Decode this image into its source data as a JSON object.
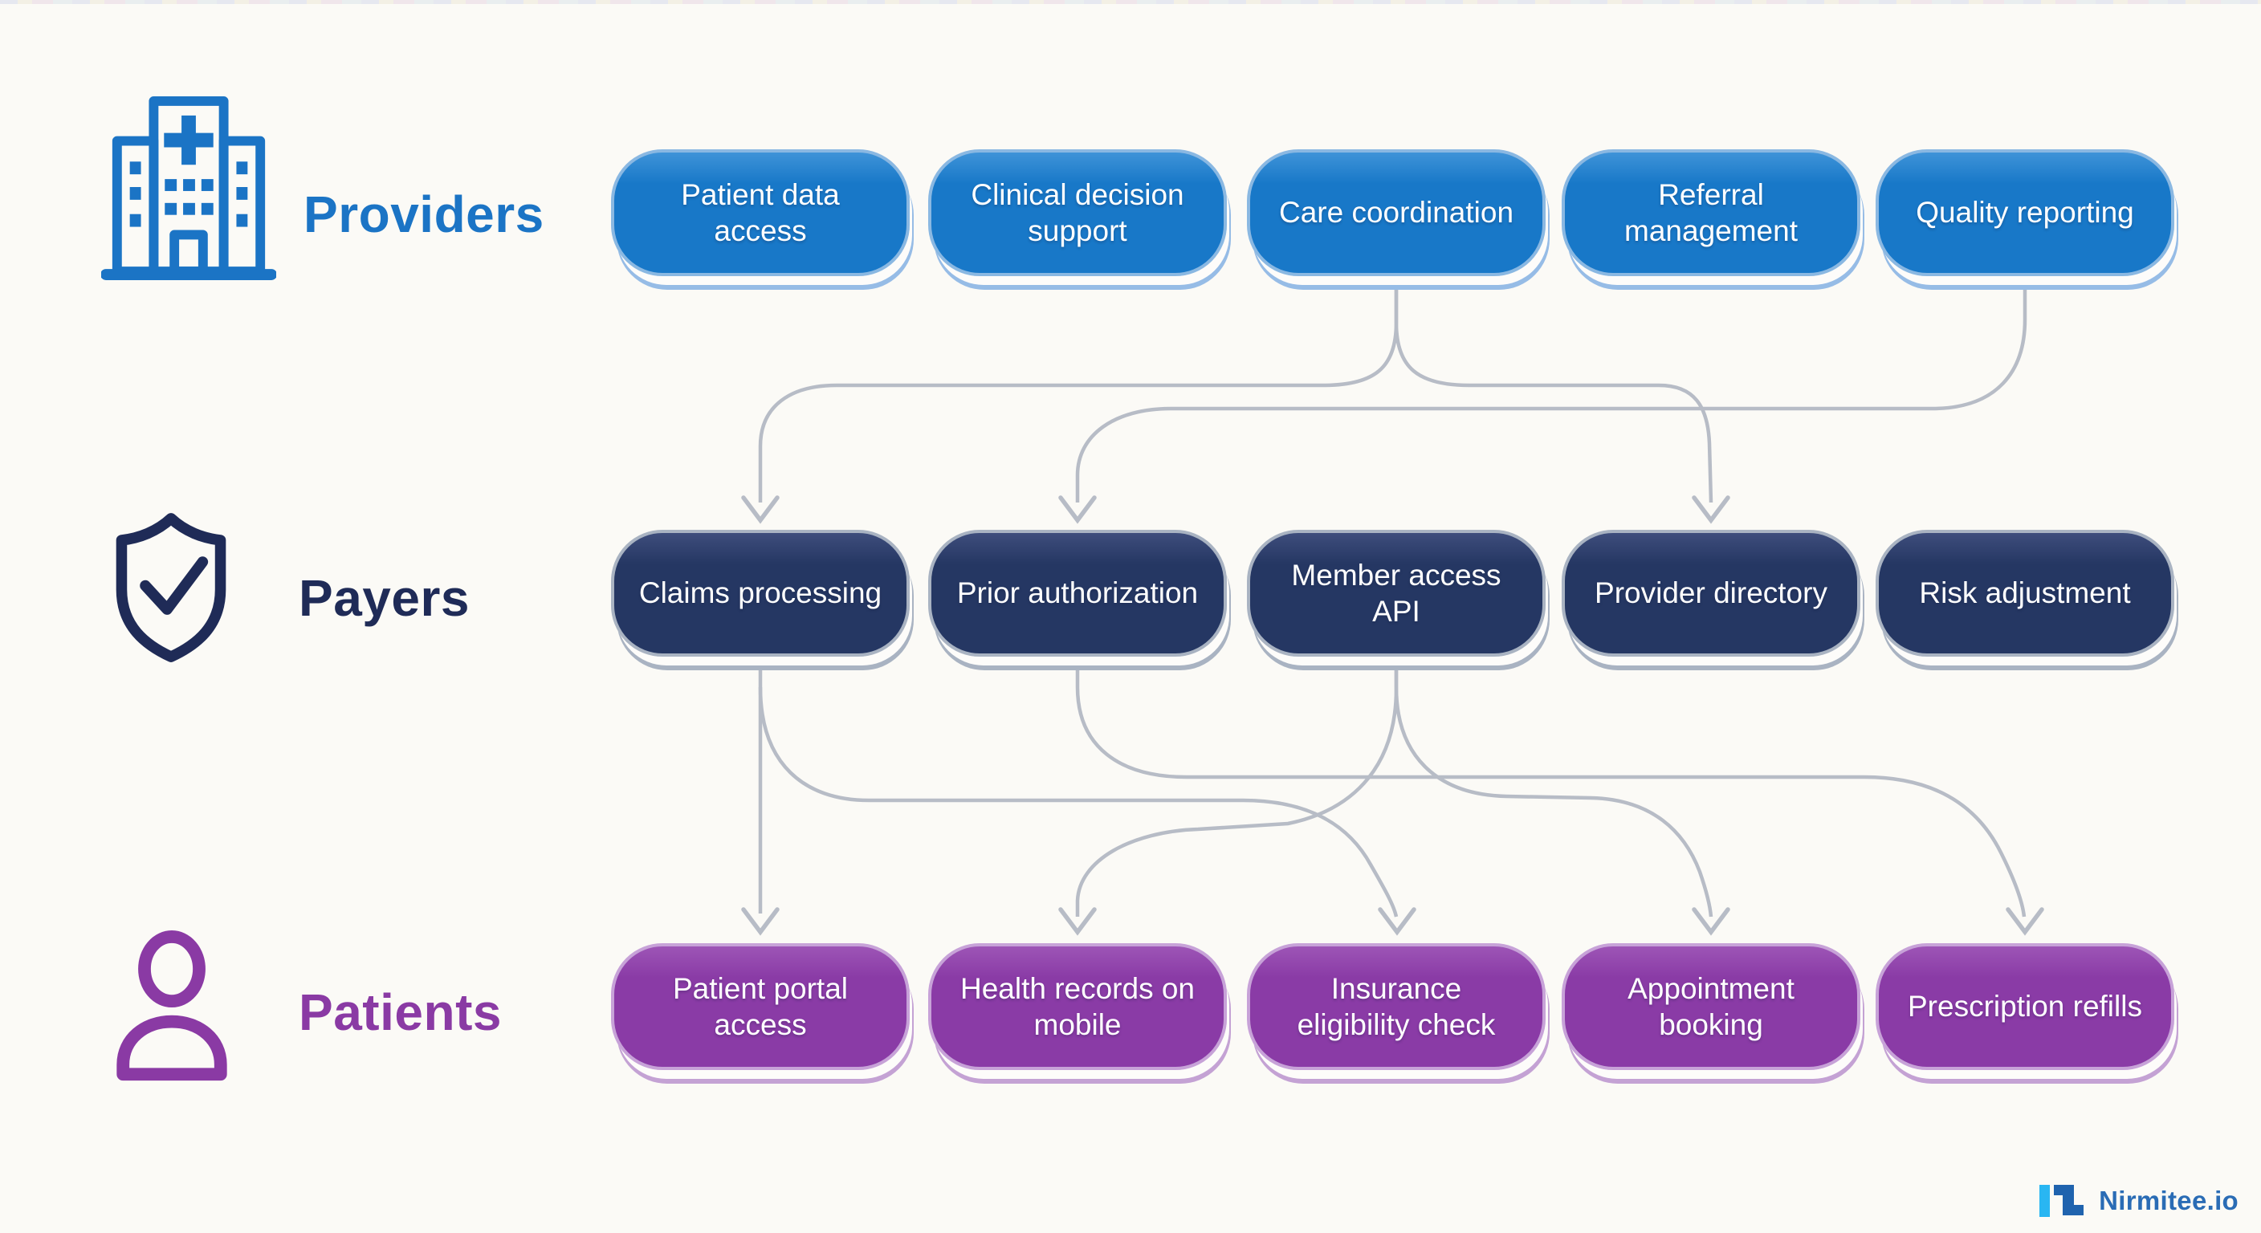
{
  "background": "#fbfaf6",
  "connector_color": "#b7bcc6",
  "rows": [
    {
      "id": "providers",
      "label": "Providers",
      "icon": "hospital-icon",
      "label_color": "#1b74c5",
      "pill_fill": "#1878c8",
      "pill_fill_top": "#3f93d8",
      "pill_border": "#8ab8e2",
      "pill_echo": "#96bce6",
      "pills": [
        "Patient data access",
        "Clinical decision support",
        "Care coordination",
        "Referral management",
        "Quality reporting"
      ]
    },
    {
      "id": "payers",
      "label": "Payers",
      "icon": "shield-check-icon",
      "label_color": "#1f2b57",
      "pill_fill": "#253763",
      "pill_fill_top": "#3e4d7c",
      "pill_border": "#a9b3c2",
      "pill_echo": "#a9b3c2",
      "pills": [
        "Claims processing",
        "Prior authorization",
        "Member access API",
        "Provider directory",
        "Risk adjustment"
      ]
    },
    {
      "id": "patients",
      "label": "Patients",
      "icon": "person-icon",
      "label_color": "#8a3aa4",
      "pill_fill": "#8a3ba6",
      "pill_fill_top": "#9d55b6",
      "pill_border": "#c7a2d8",
      "pill_echo": "#c4a2d4",
      "pills": [
        "Patient portal access",
        "Health records on mobile",
        "Insurance eligibility check",
        "Appointment booking",
        "Prescription refills"
      ]
    }
  ],
  "connections": [
    {
      "from": "Care coordination",
      "to": "Claims processing"
    },
    {
      "from": "Care coordination",
      "to": "Provider directory"
    },
    {
      "from": "Quality reporting",
      "to": "Prior authorization"
    },
    {
      "from": "Claims processing",
      "to": "Patient portal access"
    },
    {
      "from": "Claims processing",
      "to": "Insurance eligibility check"
    },
    {
      "from": "Member access API",
      "to": "Health records on mobile"
    },
    {
      "from": "Member access API",
      "to": "Appointment booking"
    },
    {
      "from": "Prior authorization",
      "to": "Prescription refills"
    }
  ],
  "footer": {
    "brand": "Nirmitee.io",
    "brand_color": "#2a6cb5",
    "mark_cyan": "#29b6f2",
    "mark_blue": "#1f63ae"
  }
}
